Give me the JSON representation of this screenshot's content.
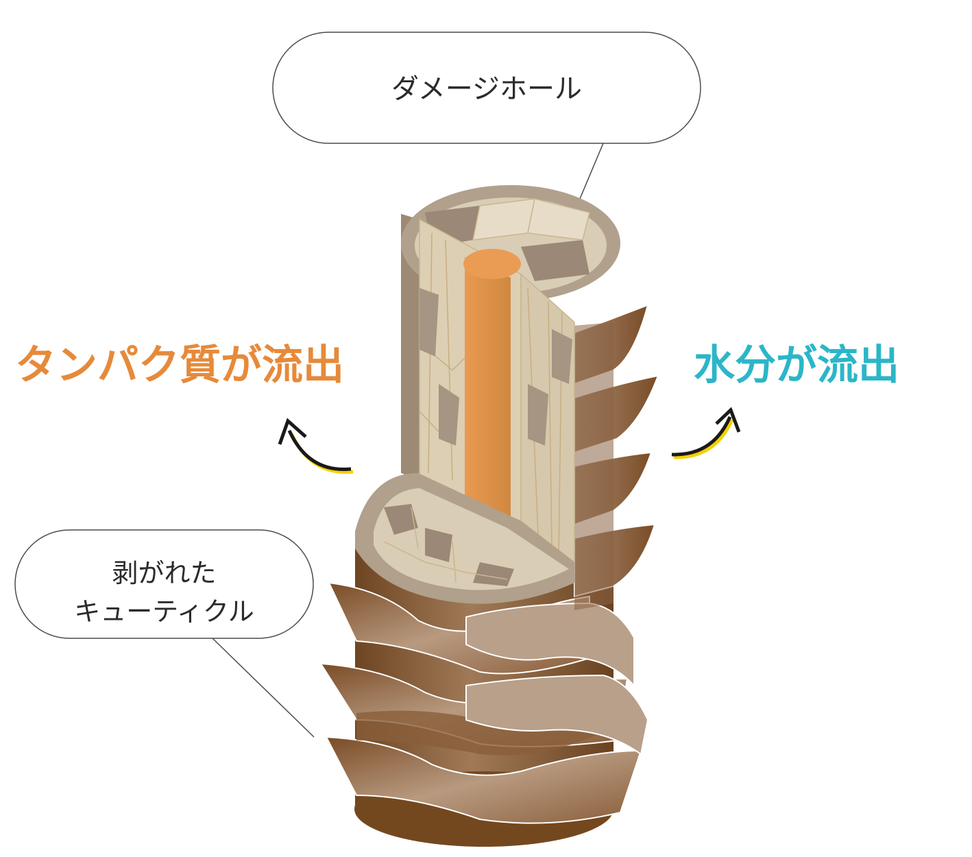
{
  "callouts": {
    "damage_hole": "ダメージホール",
    "cuticle_line1": "剥がれた",
    "cuticle_line2": "キューティクル"
  },
  "flows": {
    "protein": "タンパク質が流出",
    "water": "水分が流出"
  },
  "colors": {
    "protein": "#e68a3a",
    "water": "#2bb6c8",
    "arrow": "#1a1a1a",
    "arrow_highlight": "#f5d000",
    "cuticle": "#7a4e2a",
    "cortex": "#ddd2b8",
    "medulla": "#e0944a"
  }
}
